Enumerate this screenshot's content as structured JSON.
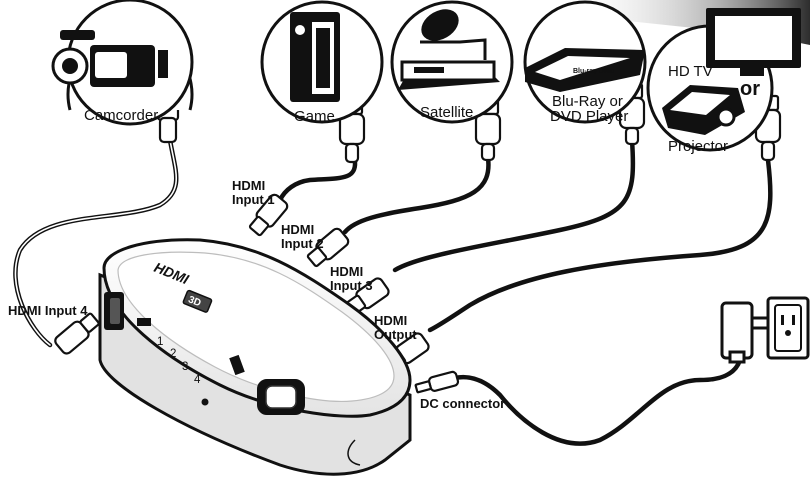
{
  "devices": {
    "camcorder": "Camcorder",
    "game": "Game",
    "satellite": "Satellite",
    "bluray": [
      "Blu-Ray  or",
      "DVD Player"
    ],
    "bluray_disc_text": "Blu-ray Disc",
    "hdtv": "HD TV",
    "or_word": "or",
    "projector": "Projector"
  },
  "ports": {
    "input1": [
      "HDMI",
      "Input 1"
    ],
    "input2": [
      "HDMI",
      "Input 2"
    ],
    "input3": [
      "HDMI",
      "Input 3"
    ],
    "input4": "HDMI Input 4",
    "output": [
      "HDMI",
      "Output"
    ],
    "dc": "DC connector"
  },
  "switch_box": {
    "brand_logo": "HDMI",
    "badge_3d": "3D",
    "port_numbers": [
      "1",
      "2",
      "3",
      "4"
    ]
  },
  "colors": {
    "ink": "#111111",
    "paper": "#ffffff",
    "box_edge": "#c9c9c9"
  }
}
